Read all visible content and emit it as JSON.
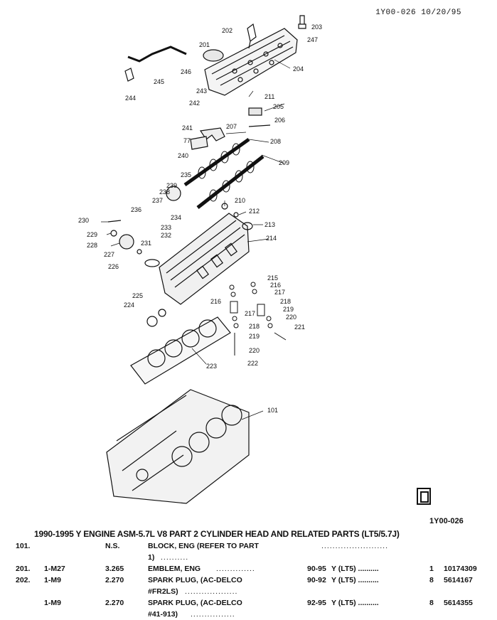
{
  "header_code": "1Y00-026  10/20/95",
  "figure_code": "1Y00-026",
  "title": "1990-1995 Y ENGINE ASM-5.7L V8 PART 2 CYLINDER HEAD AND RELATED PARTS (LT5/5.7J)",
  "callouts": [
    "203",
    "202",
    "201",
    "247",
    "246",
    "245",
    "244",
    "204",
    "243",
    "242",
    "211",
    "205",
    "206",
    "241",
    "207",
    "208",
    "77",
    "240",
    "209",
    "235",
    "239",
    "238",
    "237",
    "210",
    "236",
    "212",
    "230",
    "234",
    "213",
    "233",
    "229",
    "232",
    "228",
    "231",
    "214",
    "227",
    "226",
    "215",
    "216",
    "217",
    "218",
    "225",
    "219",
    "224",
    "220",
    "216",
    "217",
    "221",
    "218",
    "219",
    "220",
    "223",
    "222",
    "101"
  ],
  "parts_list": [
    {
      "item": "101.",
      "group": "",
      "ns": "N.S.",
      "desc": "BLOCK, ENG (REFER TO PART",
      "dots1": "",
      "years": "",
      "usage": "",
      "dots2": "........................",
      "qty": "",
      "part": ""
    },
    {
      "item": "",
      "group": "",
      "ns": "",
      "desc": "1)",
      "dots1": "..........",
      "years": "",
      "usage": "",
      "dots2": "",
      "qty": "",
      "part": ""
    },
    {
      "item": "201.",
      "group": "1-M27",
      "ns": "3.265",
      "desc": "EMBLEM, ENG",
      "dots1": "..............",
      "years": "90-95",
      "usage": "Y (LT5) ..........",
      "dots2": "",
      "qty": "1",
      "part": "10174309"
    },
    {
      "item": "202.",
      "group": "1-M9",
      "ns": "2.270",
      "desc": "SPARK PLUG, (AC-DELCO",
      "dots1": "",
      "years": "90-92",
      "usage": "Y (LT5) ..........",
      "dots2": "",
      "qty": "8",
      "part": "5614167"
    },
    {
      "item": "",
      "group": "",
      "ns": "",
      "desc": "#FR2LS)",
      "dots1": "...................",
      "years": "",
      "usage": "",
      "dots2": "",
      "qty": "",
      "part": ""
    },
    {
      "item": "",
      "group": "1-M9",
      "ns": "2.270",
      "desc": "SPARK PLUG, (AC-DELCO",
      "dots1": "",
      "years": "92-95",
      "usage": "Y (LT5) ..........",
      "dots2": "",
      "qty": "8",
      "part": "5614355"
    },
    {
      "item": "",
      "group": "",
      "ns": "",
      "desc": "#41-913)",
      "dots1": "................",
      "years": "",
      "usage": "",
      "dots2": "",
      "qty": "",
      "part": ""
    }
  ]
}
